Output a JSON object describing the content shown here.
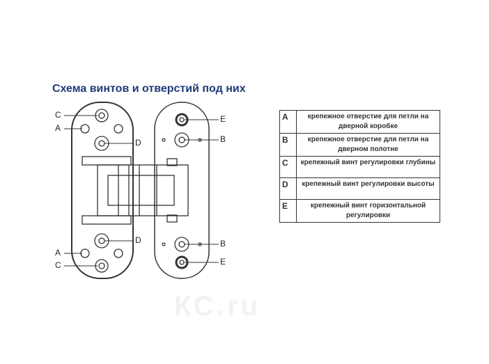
{
  "title": "Схема винтов и отверстий под них",
  "watermark": "КС.ru",
  "labels": {
    "c1": "C",
    "a1": "A",
    "d1": "D",
    "e1": "E",
    "b1": "B",
    "d2": "D",
    "a2": "A",
    "c2": "C",
    "b2": "B",
    "e2": "E"
  },
  "legend": [
    {
      "key": "A",
      "text": "крепежное отверстие для петли на дверной коробке"
    },
    {
      "key": "B",
      "text": "крепежное отверстие для петли на дверном полотне"
    },
    {
      "key": "C",
      "text": "крепежный винт регулировки глубины"
    },
    {
      "key": "D",
      "text": "крепежный винт регулировки высоты"
    },
    {
      "key": "E",
      "text": "крепежный винт горизонтальной регулировки"
    }
  ]
}
